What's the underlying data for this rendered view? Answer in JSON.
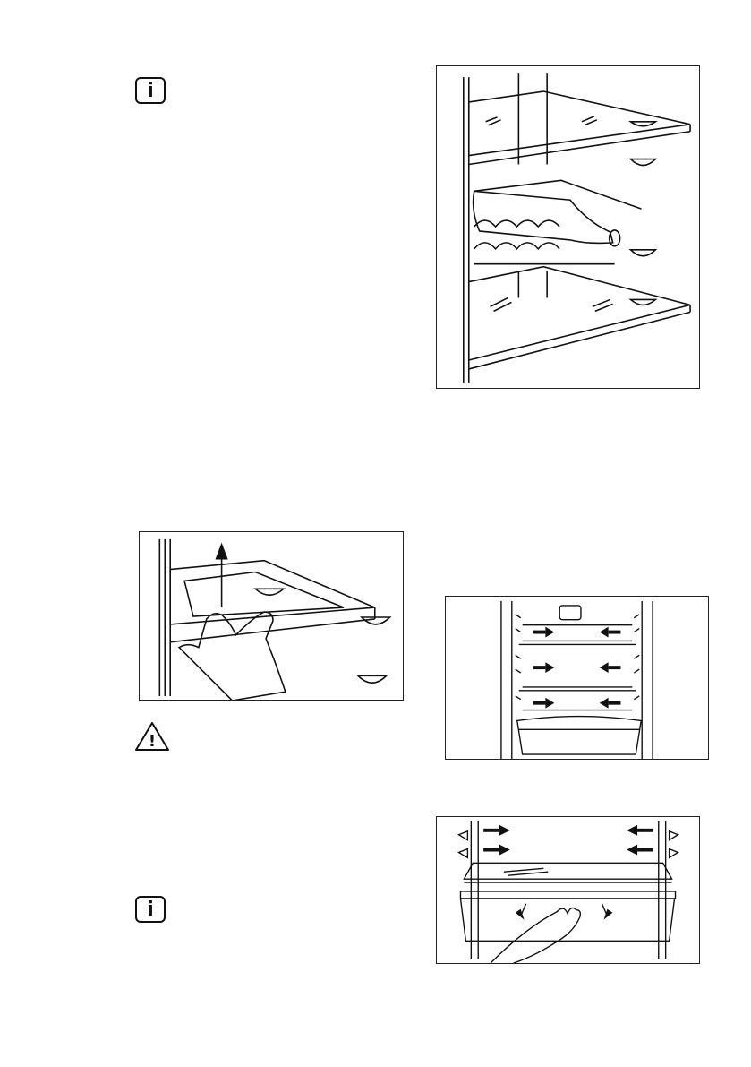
{
  "icons": {
    "info_1": "i",
    "info_2": "i",
    "warning": "!"
  },
  "figures": [
    {
      "name": "shelf-with-bottle-rack"
    },
    {
      "name": "lifting-shelf"
    },
    {
      "name": "shelf-positions"
    },
    {
      "name": "removing-drawer"
    }
  ]
}
